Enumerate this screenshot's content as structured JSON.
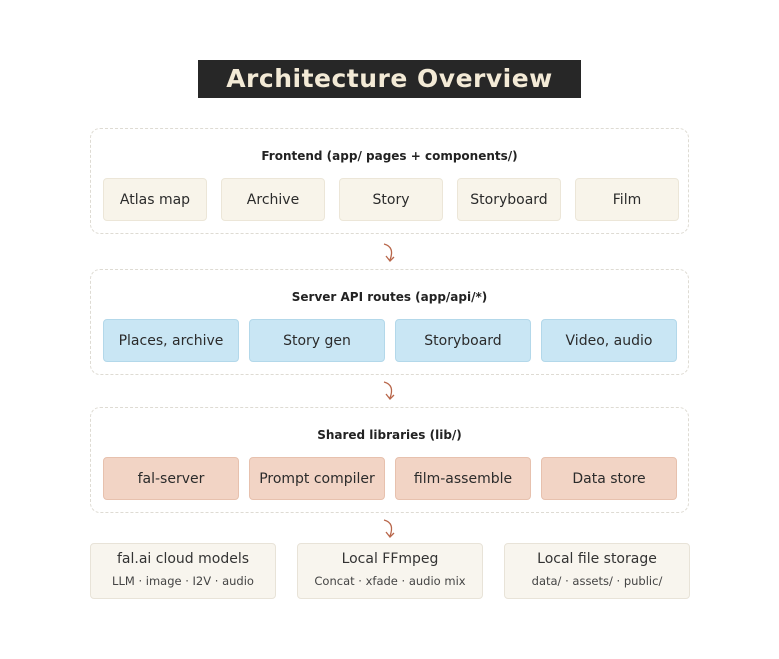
{
  "title": "Architecture Overview",
  "layers": {
    "frontend": {
      "title": "Frontend (app/ pages + components/)",
      "items": [
        "Atlas map",
        "Archive",
        "Story",
        "Storyboard",
        "Film"
      ]
    },
    "api": {
      "title": "Server API routes (app/api/*)",
      "items": [
        "Places, archive",
        "Story gen",
        "Storyboard",
        "Video, audio"
      ]
    },
    "lib": {
      "title": "Shared libraries (lib/)",
      "items": [
        "fal-server",
        "Prompt compiler",
        "film-assemble",
        "Data store"
      ]
    }
  },
  "external": [
    {
      "title": "fal.ai cloud models",
      "subtitle": "LLM · image · I2V · audio"
    },
    {
      "title": "Local FFmpeg",
      "subtitle": "Concat · xfade · audio mix"
    },
    {
      "title": "Local file storage",
      "subtitle": "data/ · assets/ · public/"
    }
  ],
  "colors": {
    "title_bg": "#272727",
    "frontend_box": "#f8f4ea",
    "api_box": "#c9e6f4",
    "lib_box": "#f2d4c5",
    "arrow": "#b8664a"
  }
}
